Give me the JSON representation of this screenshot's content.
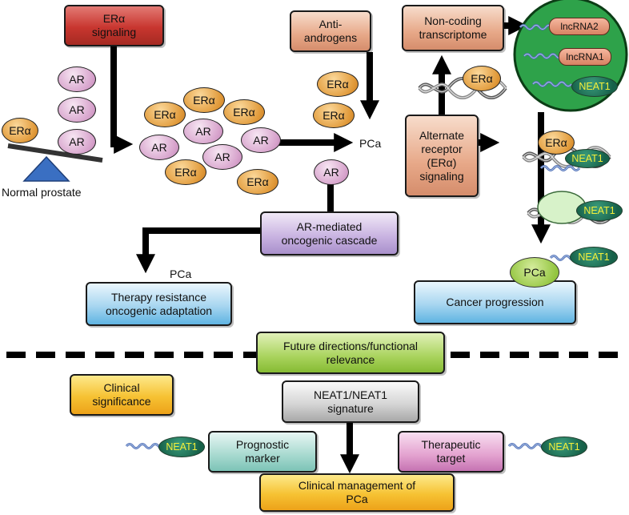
{
  "boxes": {
    "era_signaling": "ERα\nsignaling",
    "anti_androgens": "Anti-\nandrogens",
    "non_coding": "Non-coding\ntranscriptome",
    "alternate_receptor": "Alternate\nreceptor\n(ERα)\nsignaling",
    "ar_cascade": "AR-mediated\noncogenic cascade",
    "therapy_resistance": "Therapy resistance\noncogenic adaptation",
    "cancer_progression": "Cancer progression",
    "future_directions": "Future directions/functional\nrelevance",
    "clinical_significance": "Clinical\nsignificance",
    "neat1_signature": "NEAT1/NEAT1\nsignature",
    "prognostic_marker": "Prognostic\nmarker",
    "therapeutic_target": "Therapeutic\ntarget",
    "clinical_management": "Clinical management of\nPCa"
  },
  "labels": {
    "normal_prostate": "Normal prostate",
    "pca": "PCa"
  },
  "molecules": {
    "er": "ERα",
    "ar": "AR",
    "neat1": "NEAT1",
    "lncrna1": "lncRNA1",
    "lncrna2": "lncRNA2",
    "pca": "PCa"
  },
  "colors": {
    "er_orange": "#e19a3a",
    "ar_pink": "#d7a3cc",
    "nucleus_green": "#2ea24a",
    "neat1_green": "#176149",
    "rna_blue": "#4f6fb5"
  },
  "icons": [
    "balance-scale-icon",
    "dna-helix-icon",
    "rna-strand-icon",
    "nucleus-icon",
    "arrow-icon"
  ]
}
